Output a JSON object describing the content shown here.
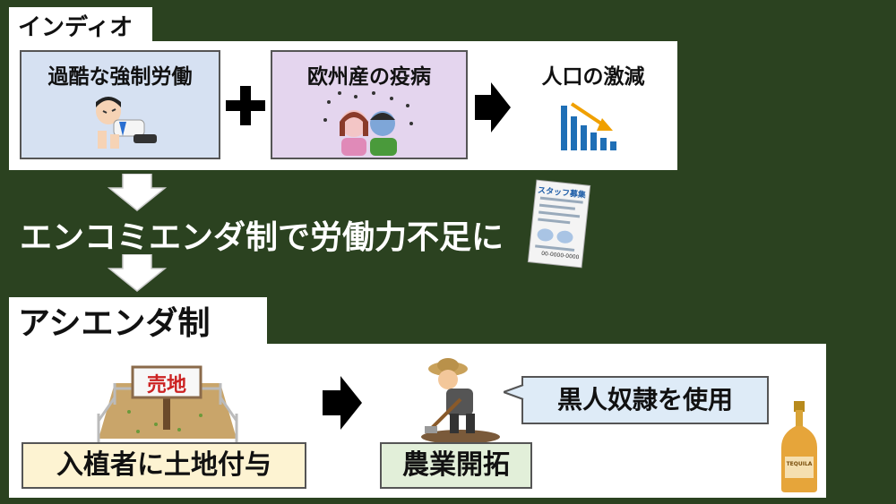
{
  "colors": {
    "background": "#2b4220",
    "panel": "#ffffff",
    "box_blue": "#d6e1f2",
    "box_purple": "#e4d5ee",
    "box_yellow": "#fdf3d2",
    "box_green": "#e2efd9",
    "box_light_blue": "#deebf7",
    "bar_blue": "#1f6fb6",
    "trend_orange": "#f0a000",
    "sign_red": "#cc2222"
  },
  "top": {
    "tab_label": "インディオ",
    "cause1": "過酷な強制労働",
    "cause2": "欧州産の疫病",
    "result": "人口の激減",
    "plus_icon": "plus-icon",
    "arrow_icon": "arrow-right-icon"
  },
  "middle": {
    "statement": "エンコミエンダ制で労働力不足に",
    "flyer_title": "スタッフ募集",
    "flyer_footer": "00-0000-0000"
  },
  "bottom": {
    "tab_label": "アシエンダ制",
    "land_label": "入植者に土地付与",
    "sign_text": "売地",
    "farming_label": "農業開拓",
    "speech": "黒人奴隷を使用",
    "bottle_label": "TEQUILA"
  }
}
